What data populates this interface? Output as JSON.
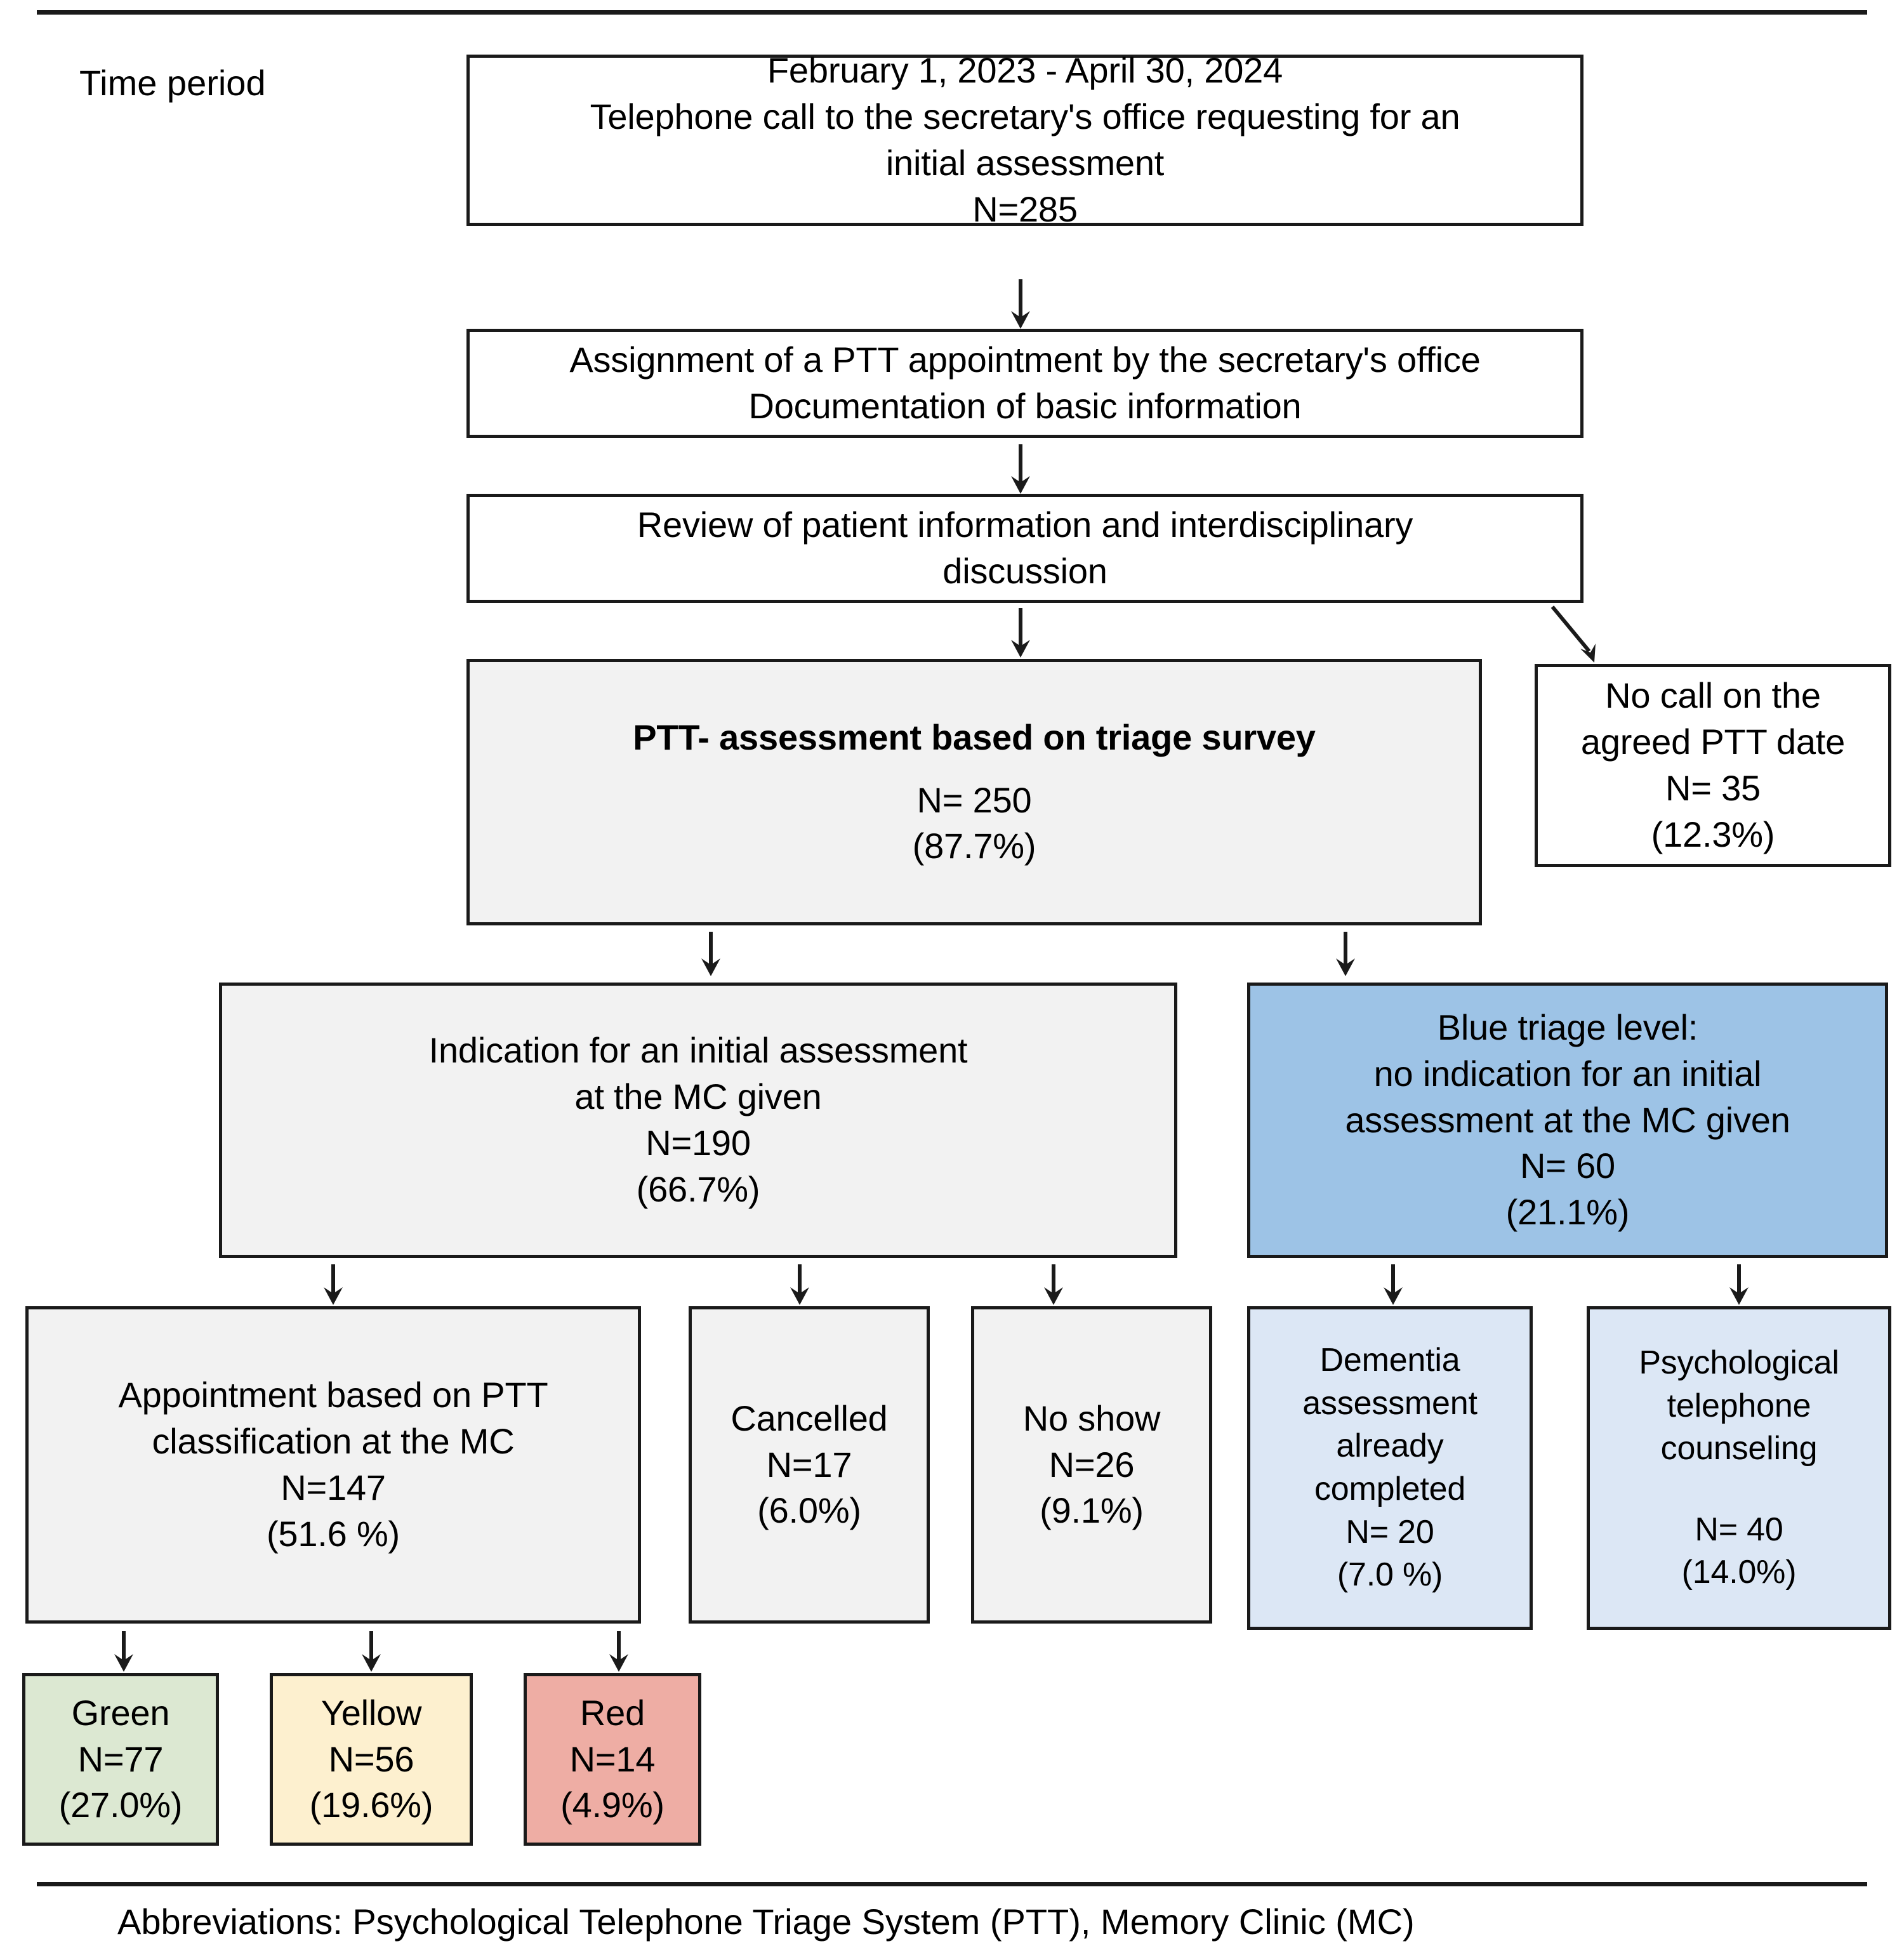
{
  "figure": {
    "time_period_label": "Time period",
    "footnote": "Abbreviations: Psychological Telephone Triage System (PTT), Memory Clinic (MC)"
  },
  "colors": {
    "grey_fill": "#f2f2f2",
    "blue_fill": "#9dc3e6",
    "light_blue_fill": "#dce7f5",
    "green_fill": "#dce8d2",
    "yellow_fill": "#fdf0cf",
    "red_fill": "#eeada4",
    "border": "#1a1a1a"
  },
  "nodes": {
    "intake": {
      "line1": "February 1, 2023 - April 30, 2024",
      "line2": "Telephone call to the secretary's office requesting for an",
      "line3": "initial assessment",
      "line4": "N=285"
    },
    "assignment": {
      "line1": "Assignment of a PTT appointment by the secretary's office",
      "line2": "Documentation of basic information"
    },
    "review": {
      "line1": "Review of patient information and interdisciplinary",
      "line2": "discussion"
    },
    "ptt_assessment": {
      "title": "PTT- assessment based on triage survey",
      "n": "N= 250",
      "pct": "(87.7%)"
    },
    "no_call": {
      "line1": "No call on the",
      "line2": "agreed PTT date",
      "n": "N= 35",
      "pct": "(12.3%)"
    },
    "indication": {
      "line1": "Indication for an initial assessment",
      "line2": "at the MC given",
      "n": "N=190",
      "pct": "(66.7%)"
    },
    "blue_triage": {
      "line1": "Blue triage level:",
      "line2": "no indication for an initial",
      "line3": "assessment at the MC given",
      "n": "N= 60",
      "pct": "(21.1%)"
    },
    "appointment": {
      "line1": "Appointment based on PTT",
      "line2": "classification at the MC",
      "n": "N=147",
      "pct": "(51.6 %)"
    },
    "cancelled": {
      "line1": "Cancelled",
      "n": "N=17",
      "pct": "(6.0%)"
    },
    "no_show": {
      "line1": "No show",
      "n": "N=26",
      "pct": "(9.1%)"
    },
    "dementia_done": {
      "line1": "Dementia",
      "line2": "assessment",
      "line3": "already",
      "line4": "completed",
      "n": "N= 20",
      "pct": "(7.0 %)"
    },
    "phone_counseling": {
      "line1": "Psychological",
      "line2": "telephone",
      "line3": "counseling",
      "n": "N= 40",
      "pct": "(14.0%)"
    },
    "triage_green": {
      "label": "Green",
      "n": "N=77",
      "pct": "(27.0%)"
    },
    "triage_yellow": {
      "label": "Yellow",
      "n": "N=56",
      "pct": "(19.6%)"
    },
    "triage_red": {
      "label": "Red",
      "n": "N=14",
      "pct": "(4.9%)"
    }
  },
  "chart_data": {
    "type": "diagram",
    "title": "PTT patient flow, February 1, 2023 - April 30, 2024",
    "total_n": 285,
    "flow": [
      {
        "id": "intake",
        "label": "Telephone call to the secretary's office requesting for an initial assessment",
        "n": 285,
        "pct": null
      },
      {
        "id": "assignment",
        "label": "Assignment of a PTT appointment by the secretary's office / Documentation of basic information",
        "n": null,
        "pct": null
      },
      {
        "id": "review",
        "label": "Review of patient information and interdisciplinary discussion",
        "n": null,
        "pct": null
      },
      {
        "id": "ptt_assessment",
        "label": "PTT- assessment based on triage survey",
        "n": 250,
        "pct": 87.7,
        "parent": "review"
      },
      {
        "id": "no_call",
        "label": "No call on the agreed PTT date",
        "n": 35,
        "pct": 12.3,
        "parent": "review"
      },
      {
        "id": "indication",
        "label": "Indication for an initial assessment at the MC given",
        "n": 190,
        "pct": 66.7,
        "parent": "ptt_assessment"
      },
      {
        "id": "blue_triage",
        "label": "Blue triage level: no indication for an initial assessment at the MC given",
        "n": 60,
        "pct": 21.1,
        "parent": "ptt_assessment"
      },
      {
        "id": "appointment",
        "label": "Appointment based on PTT classification at the MC",
        "n": 147,
        "pct": 51.6,
        "parent": "indication"
      },
      {
        "id": "cancelled",
        "label": "Cancelled",
        "n": 17,
        "pct": 6.0,
        "parent": "indication"
      },
      {
        "id": "no_show",
        "label": "No show",
        "n": 26,
        "pct": 9.1,
        "parent": "indication"
      },
      {
        "id": "dementia_done",
        "label": "Dementia assessment already completed",
        "n": 20,
        "pct": 7.0,
        "parent": "blue_triage"
      },
      {
        "id": "phone_counseling",
        "label": "Psychological telephone counseling",
        "n": 40,
        "pct": 14.0,
        "parent": "blue_triage"
      },
      {
        "id": "triage_green",
        "label": "Green",
        "n": 77,
        "pct": 27.0,
        "parent": "appointment"
      },
      {
        "id": "triage_yellow",
        "label": "Yellow",
        "n": 56,
        "pct": 19.6,
        "parent": "appointment"
      },
      {
        "id": "triage_red",
        "label": "Red",
        "n": 14,
        "pct": 4.9,
        "parent": "appointment"
      }
    ]
  }
}
